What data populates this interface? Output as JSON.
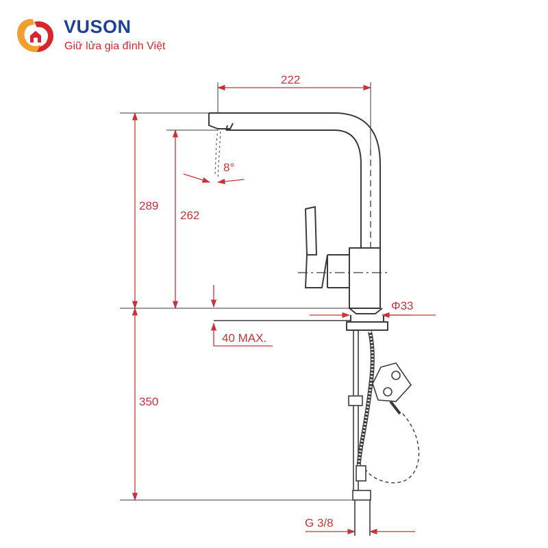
{
  "brand": {
    "name": "VUSON",
    "tagline": "Giữ lửa gia đình Việt"
  },
  "dimensions": {
    "spout_reach": "222",
    "spray_angle": "8°",
    "total_height": "289",
    "spout_height": "262",
    "deck_thickness": "40 MAX.",
    "base_diameter": "Φ33",
    "hose_length": "350",
    "thread": "G 3/8"
  },
  "colors": {
    "dimension": "#c8323a",
    "drawing": "#3a3a3a",
    "brand_blue": "#1f3f9a",
    "brand_red": "#d8262f",
    "brand_orange": "#f0a030"
  }
}
